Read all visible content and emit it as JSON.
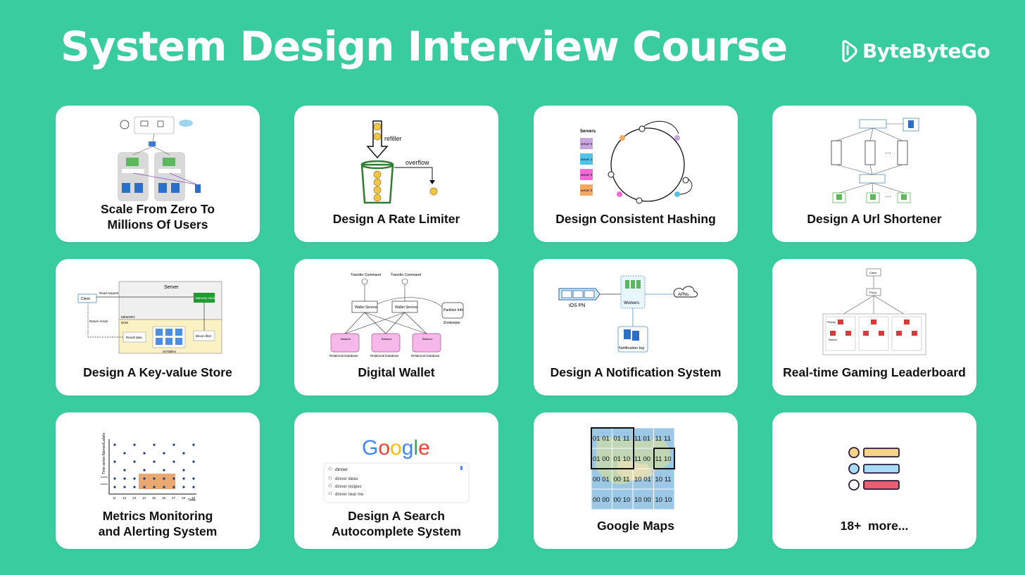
{
  "header": {
    "title": "System Design Interview Course",
    "brand_name": "ByteByteGo",
    "brand_icon": "bytebytego-logo-icon"
  },
  "colors": {
    "background": "#39CC9F",
    "card": "#ffffff"
  },
  "cards": [
    {
      "title_lines": [
        "Scale From Zero To",
        "Millions Of Users"
      ],
      "illustration": "scaling-architecture-diagram"
    },
    {
      "title_lines": [
        "Design A Rate Limiter"
      ],
      "illustration": "token-bucket-diagram",
      "labels": {
        "refiller": "refiller",
        "overflow": "overflow"
      }
    },
    {
      "title_lines": [
        "Design Consistent Hashing"
      ],
      "illustration": "hash-ring-diagram",
      "labels": {
        "servers": "Servers",
        "s0": "server 0",
        "s1": "server 1",
        "s2": "server 2",
        "s3": "server 3"
      }
    },
    {
      "title_lines": [
        "Design A Url Shortener"
      ],
      "illustration": "queue-sharding-diagram"
    },
    {
      "title_lines": [
        "Design A Key-value Store"
      ],
      "illustration": "kv-store-diagram",
      "labels": {
        "server": "Server",
        "client": "Client",
        "read_request": "Read request",
        "return_result": "Return result",
        "memory": "MEMORY",
        "disk": "DISK",
        "memory_cache": "Memory cache",
        "bloom_filter": "Bloom filter",
        "result_data": "Result data",
        "sstables": "SSTables"
      }
    },
    {
      "title_lines": [
        "Digital Wallet"
      ],
      "illustration": "wallet-diagram",
      "labels": {
        "transfer_command": "Transfer Command",
        "wallet_service": "Wallet Service",
        "partition_info": "Partition Info",
        "zookeeper": "Zookeeper",
        "relational_database": "Relational Database",
        "balance": "Balance"
      }
    },
    {
      "title_lines": [
        "Design A Notification System"
      ],
      "illustration": "notification-diagram",
      "labels": {
        "ios_pn": "iOS PN",
        "workers": "Workers",
        "apns": "APNs",
        "notification_log": "Notification log"
      }
    },
    {
      "title_lines": [
        "Real-time Gaming Leaderboard"
      ],
      "illustration": "redis-cluster-diagram",
      "labels": {
        "client": "Client",
        "proxy": "Proxy",
        "primary": "Primary",
        "replica": "Replica"
      }
    },
    {
      "title_lines": [
        "Metrics Monitoring",
        "and Alerting System"
      ],
      "illustration": "time-series-grid",
      "labels": {
        "y_axis": "Time series Names/Labels",
        "x_axis": "Time",
        "ticks": [
          "11",
          "12",
          "13",
          "14",
          "15",
          "16",
          "17",
          "18",
          "19"
        ]
      }
    },
    {
      "title_lines": [
        "Design A Search",
        "Autocomplete System"
      ],
      "illustration": "google-search-box",
      "labels": {
        "logo": "Google",
        "query": "dinner",
        "suggestions": [
          "dinner ideas",
          "dinner recipes",
          "dinner near me"
        ]
      }
    },
    {
      "title_lines": [
        "Google Maps"
      ],
      "illustration": "geohash-map-grid",
      "labels": {
        "cells": [
          "01 01",
          "01 11",
          "11 01",
          "11 11",
          "01 00",
          "01 10",
          "11 00",
          "11 10",
          "00 01",
          "00 11",
          "10 01",
          "10 11",
          "00 00",
          "00 10",
          "10 00",
          "10 10"
        ]
      }
    },
    {
      "title_lines": [
        "18+  more..."
      ],
      "illustration": "list-icon"
    }
  ]
}
